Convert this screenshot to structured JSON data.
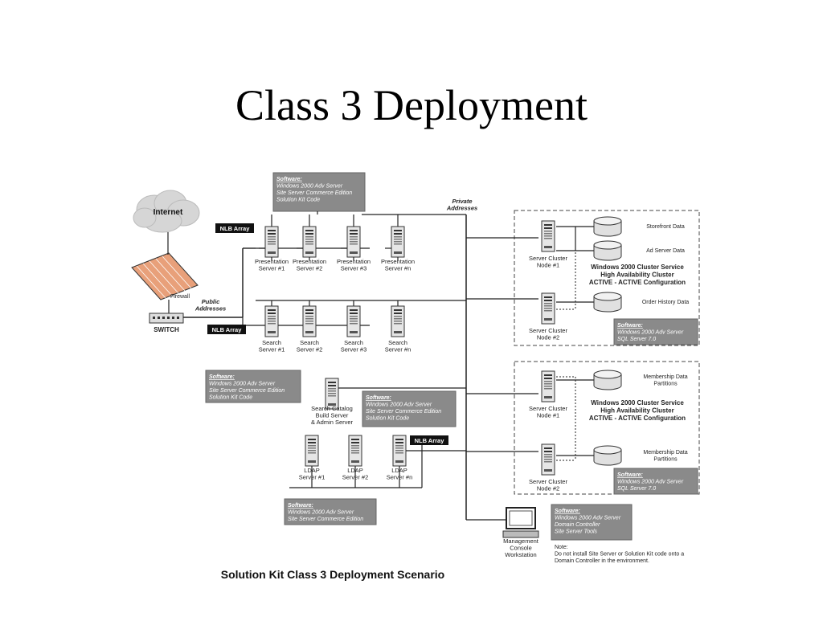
{
  "slide": {
    "title": "Class 3 Deployment"
  },
  "diagram": {
    "caption": "Solution Kit Class 3 Deployment Scenario",
    "internet": "Internet",
    "firewall": "Firewall",
    "switch": "SWITCH",
    "public_addresses": [
      "Public",
      "Addresses"
    ],
    "private_addresses": [
      "Private",
      "Addresses"
    ],
    "nlb_label": "NLB Array",
    "presentation_servers": [
      [
        "Presentation",
        "Server #1"
      ],
      [
        "Presentation",
        "Server #2"
      ],
      [
        "Presentation",
        "Server #3"
      ],
      [
        "Presentation",
        "Server #n"
      ]
    ],
    "search_servers": [
      [
        "Search",
        "Server #1"
      ],
      [
        "Search",
        "Server #2"
      ],
      [
        "Search",
        "Server #3"
      ],
      [
        "Search",
        "Server #n"
      ]
    ],
    "search_catalog": [
      "Search Catalog",
      "Build Server",
      "& Admin Server"
    ],
    "ldap_servers": [
      [
        "LDAP",
        "Server #1"
      ],
      [
        "LDAP",
        "Server #2"
      ],
      [
        "LDAP",
        "Server #n"
      ]
    ],
    "management": [
      "Management",
      "Console",
      "Workstation"
    ],
    "cluster_nodes": [
      [
        "Server Cluster",
        "Node #1"
      ],
      [
        "Server Cluster",
        "Node #2"
      ],
      [
        "Server Cluster",
        "Node #1"
      ],
      [
        "Server Cluster",
        "Node #2"
      ]
    ],
    "cluster_desc": [
      "Windows 2000 Cluster Service",
      "High Availability Cluster",
      "ACTIVE - ACTIVE Configuration"
    ],
    "databases": [
      [
        "Storefront Data"
      ],
      [
        "Ad Server Data"
      ],
      [
        "Order History Data"
      ],
      [
        "Membership Data",
        "Partitions"
      ],
      [
        "Membership Data",
        "Partitions"
      ]
    ],
    "software_boxes": [
      {
        "heading": "Software:",
        "lines": [
          "Windows 2000 Adv Server",
          "Site Server Commerce Edition",
          "Solution Kit Code"
        ]
      },
      {
        "heading": "Software:",
        "lines": [
          "Windows 2000 Adv Server",
          "Site Server Commerce Edition",
          "Solution Kit Code"
        ]
      },
      {
        "heading": "Software:",
        "lines": [
          "Windows 2000 Adv Server",
          "Site Server Commerce Edition",
          "Solution Kit Code"
        ]
      },
      {
        "heading": "Software:",
        "lines": [
          "Windows 2000 Adv Server",
          "Site Server Commerce Edition"
        ]
      },
      {
        "heading": "Software:",
        "lines": [
          "Windows 2000 Adv Server",
          "SQL Server 7.0"
        ]
      },
      {
        "heading": "Software:",
        "lines": [
          "Windows 2000 Adv Server",
          "SQL Server 7.0"
        ]
      },
      {
        "heading": "Software:",
        "lines": [
          "Windows 2000 Adv Server",
          "Domain Controller",
          "Site Server Tools"
        ]
      }
    ],
    "note": {
      "heading": "Note:",
      "lines": [
        "Do not install Site Server or Solution Kit code onto a",
        "Domain Controller in the environment."
      ]
    }
  }
}
